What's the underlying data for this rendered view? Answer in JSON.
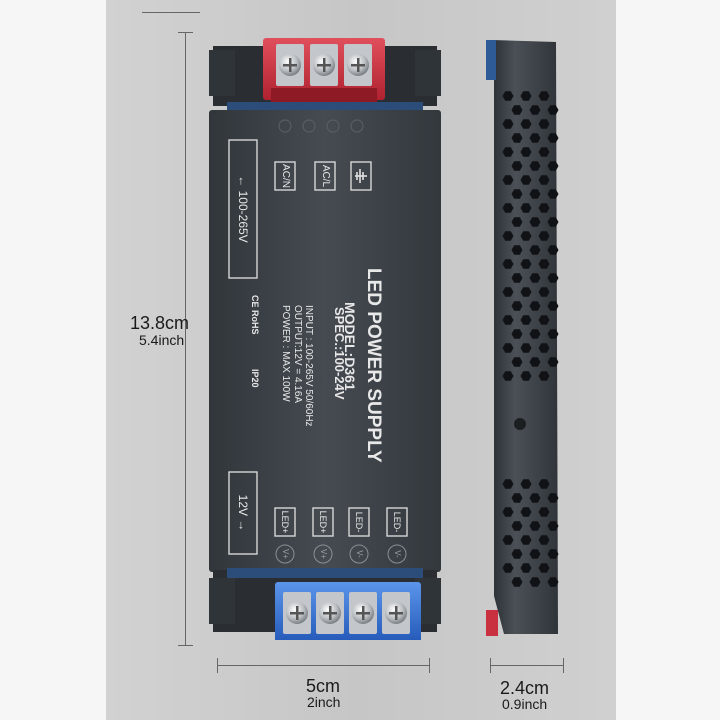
{
  "dimensions": {
    "height_cm": "13.8cm",
    "height_in": "5.4inch",
    "width_cm": "5cm",
    "width_in": "2inch",
    "depth_cm": "2.4cm",
    "depth_in": "0.9inch"
  },
  "product": {
    "title": "LED POWER SUPPLY",
    "model": "MODEL:D361",
    "spec": "SPEC.:100-24V",
    "input": "INPUT : 100-265V 50/60Hz",
    "output": "OUTPUT:12V = 4.16A",
    "power": "POWER : MAX 100W",
    "certs": "CE RoHS",
    "ip": "IP20",
    "input_range": "← 100-265V",
    "output_voltage": "12V →",
    "input_terminals": [
      "AC/N",
      "AC/L"
    ],
    "output_terminals": [
      "LED+",
      "LED+",
      "LED-",
      "LED-"
    ],
    "output_marks": [
      "V+",
      "V+",
      "V-",
      "V-"
    ]
  },
  "colors": {
    "body": "#3d4247",
    "input_terminal": "#c92d3b",
    "output_terminal": "#2f6fd0"
  },
  "icons": [
    "ground-icon",
    "screw-icon"
  ]
}
